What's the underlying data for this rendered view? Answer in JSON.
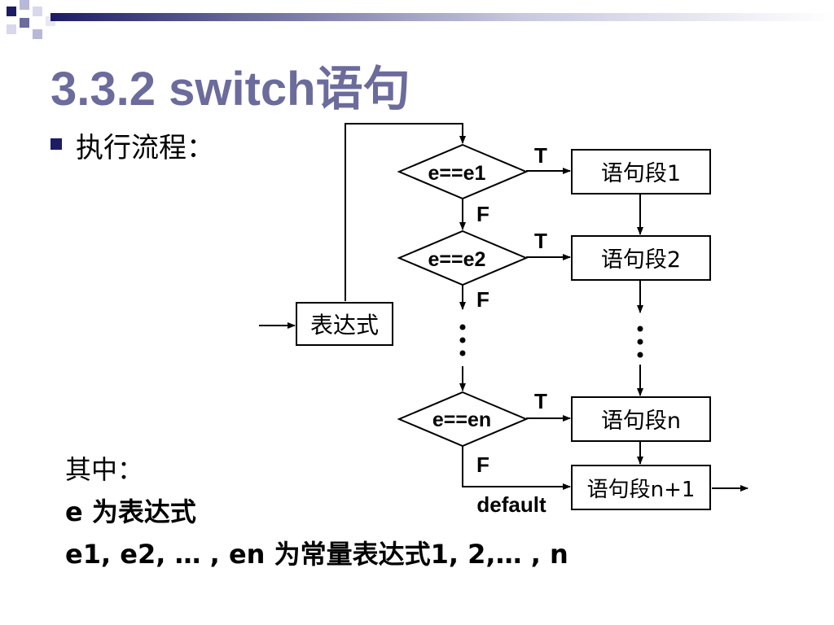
{
  "title": "3.3.2 switch语句",
  "bullet": "执行流程：",
  "diagram": {
    "start": "表达式",
    "conditions": [
      "e==e1",
      "e==e2",
      "e==en"
    ],
    "statements": [
      "语句段1",
      "语句段2",
      "语句段n",
      "语句段n+1"
    ],
    "true_label": "T",
    "false_label": "F",
    "default_label": "default"
  },
  "notes": {
    "heading": "其中：",
    "line1": "e 为表达式",
    "line2": "e1, e2, … , en 为常量表达式1, 2,… , n"
  },
  "colors": {
    "title": "#6b6b9c",
    "accent": "#1c1c66",
    "deco_light": "#b8b8d8"
  }
}
